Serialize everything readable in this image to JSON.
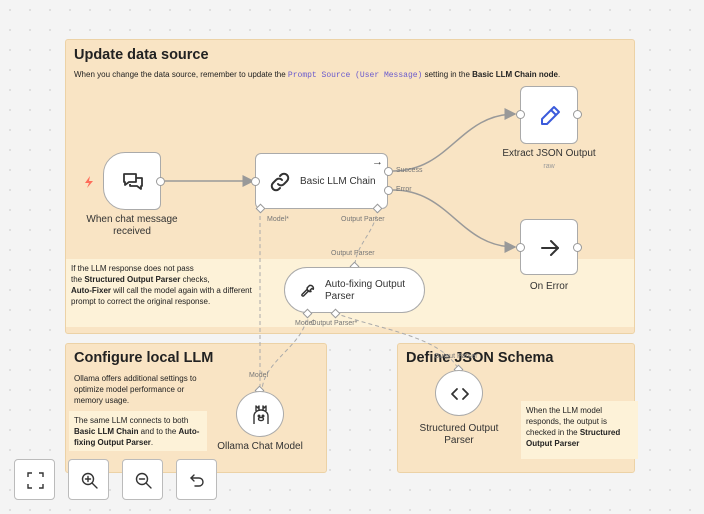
{
  "sticky_update": {
    "title": "Update data source",
    "text_before": "When you change the data source, remember to update the ",
    "code": "Prompt Source (User Message)",
    "text_middle": " setting in the ",
    "bold": "Basic LLM Chain node",
    "text_after": "."
  },
  "note_autofix": {
    "line1": "If the LLM response does not pass",
    "line2_pre": "the ",
    "line2_bold": "Structured Output Parser",
    "line2_post": " checks,",
    "line3_bold": "Auto-Fixer",
    "line3_post": " will call the model again with a different",
    "line4": "prompt to correct the original response."
  },
  "sticky_local": {
    "title": "Configure local LLM",
    "text": "Ollama offers additional settings to optimize model performance or memory usage.",
    "note_pre": "The same LLM connects to both ",
    "note_bold1": "Basic LLM Chain",
    "note_mid": " and to the ",
    "note_bold2": "Auto-fixing Output Parser",
    "note_post": "."
  },
  "sticky_schema": {
    "title": "Define JSON Schema",
    "note_pre": "When the LLM model responds, the output is checked in the ",
    "note_bold": "Structured Output Parser"
  },
  "nodes": {
    "trigger": {
      "label": "When chat message received",
      "icon": "chat-icon"
    },
    "chain": {
      "label": "Basic LLM Chain",
      "icon": "link-icon",
      "out_success": "Success",
      "out_error": "Error",
      "port_model": "Model*",
      "port_parser": "Output Parser"
    },
    "extract": {
      "label": "Extract JSON Output",
      "sub": "raw",
      "icon": "pencil-icon"
    },
    "onerror": {
      "label": "On Error",
      "icon": "arrow-right-icon"
    },
    "autofix": {
      "label": "Auto-fixing Output Parser",
      "icon": "wrench-icon",
      "port_in": "Output Parser",
      "port_model": "Model",
      "port_parser": "Output Parser*"
    },
    "ollama": {
      "label": "Ollama Chat Model",
      "icon": "llama-icon",
      "port": "Model"
    },
    "structured": {
      "label": "Structured Output Parser",
      "icon": "code-icon",
      "port": "Output Parser"
    }
  },
  "controls": [
    "fit-view",
    "zoom-in",
    "zoom-out",
    "undo"
  ],
  "colors": {
    "sticky": "#f9e4c4",
    "trigger_bolt": "#ff6d5a",
    "canvas": "#f4f4f4"
  }
}
